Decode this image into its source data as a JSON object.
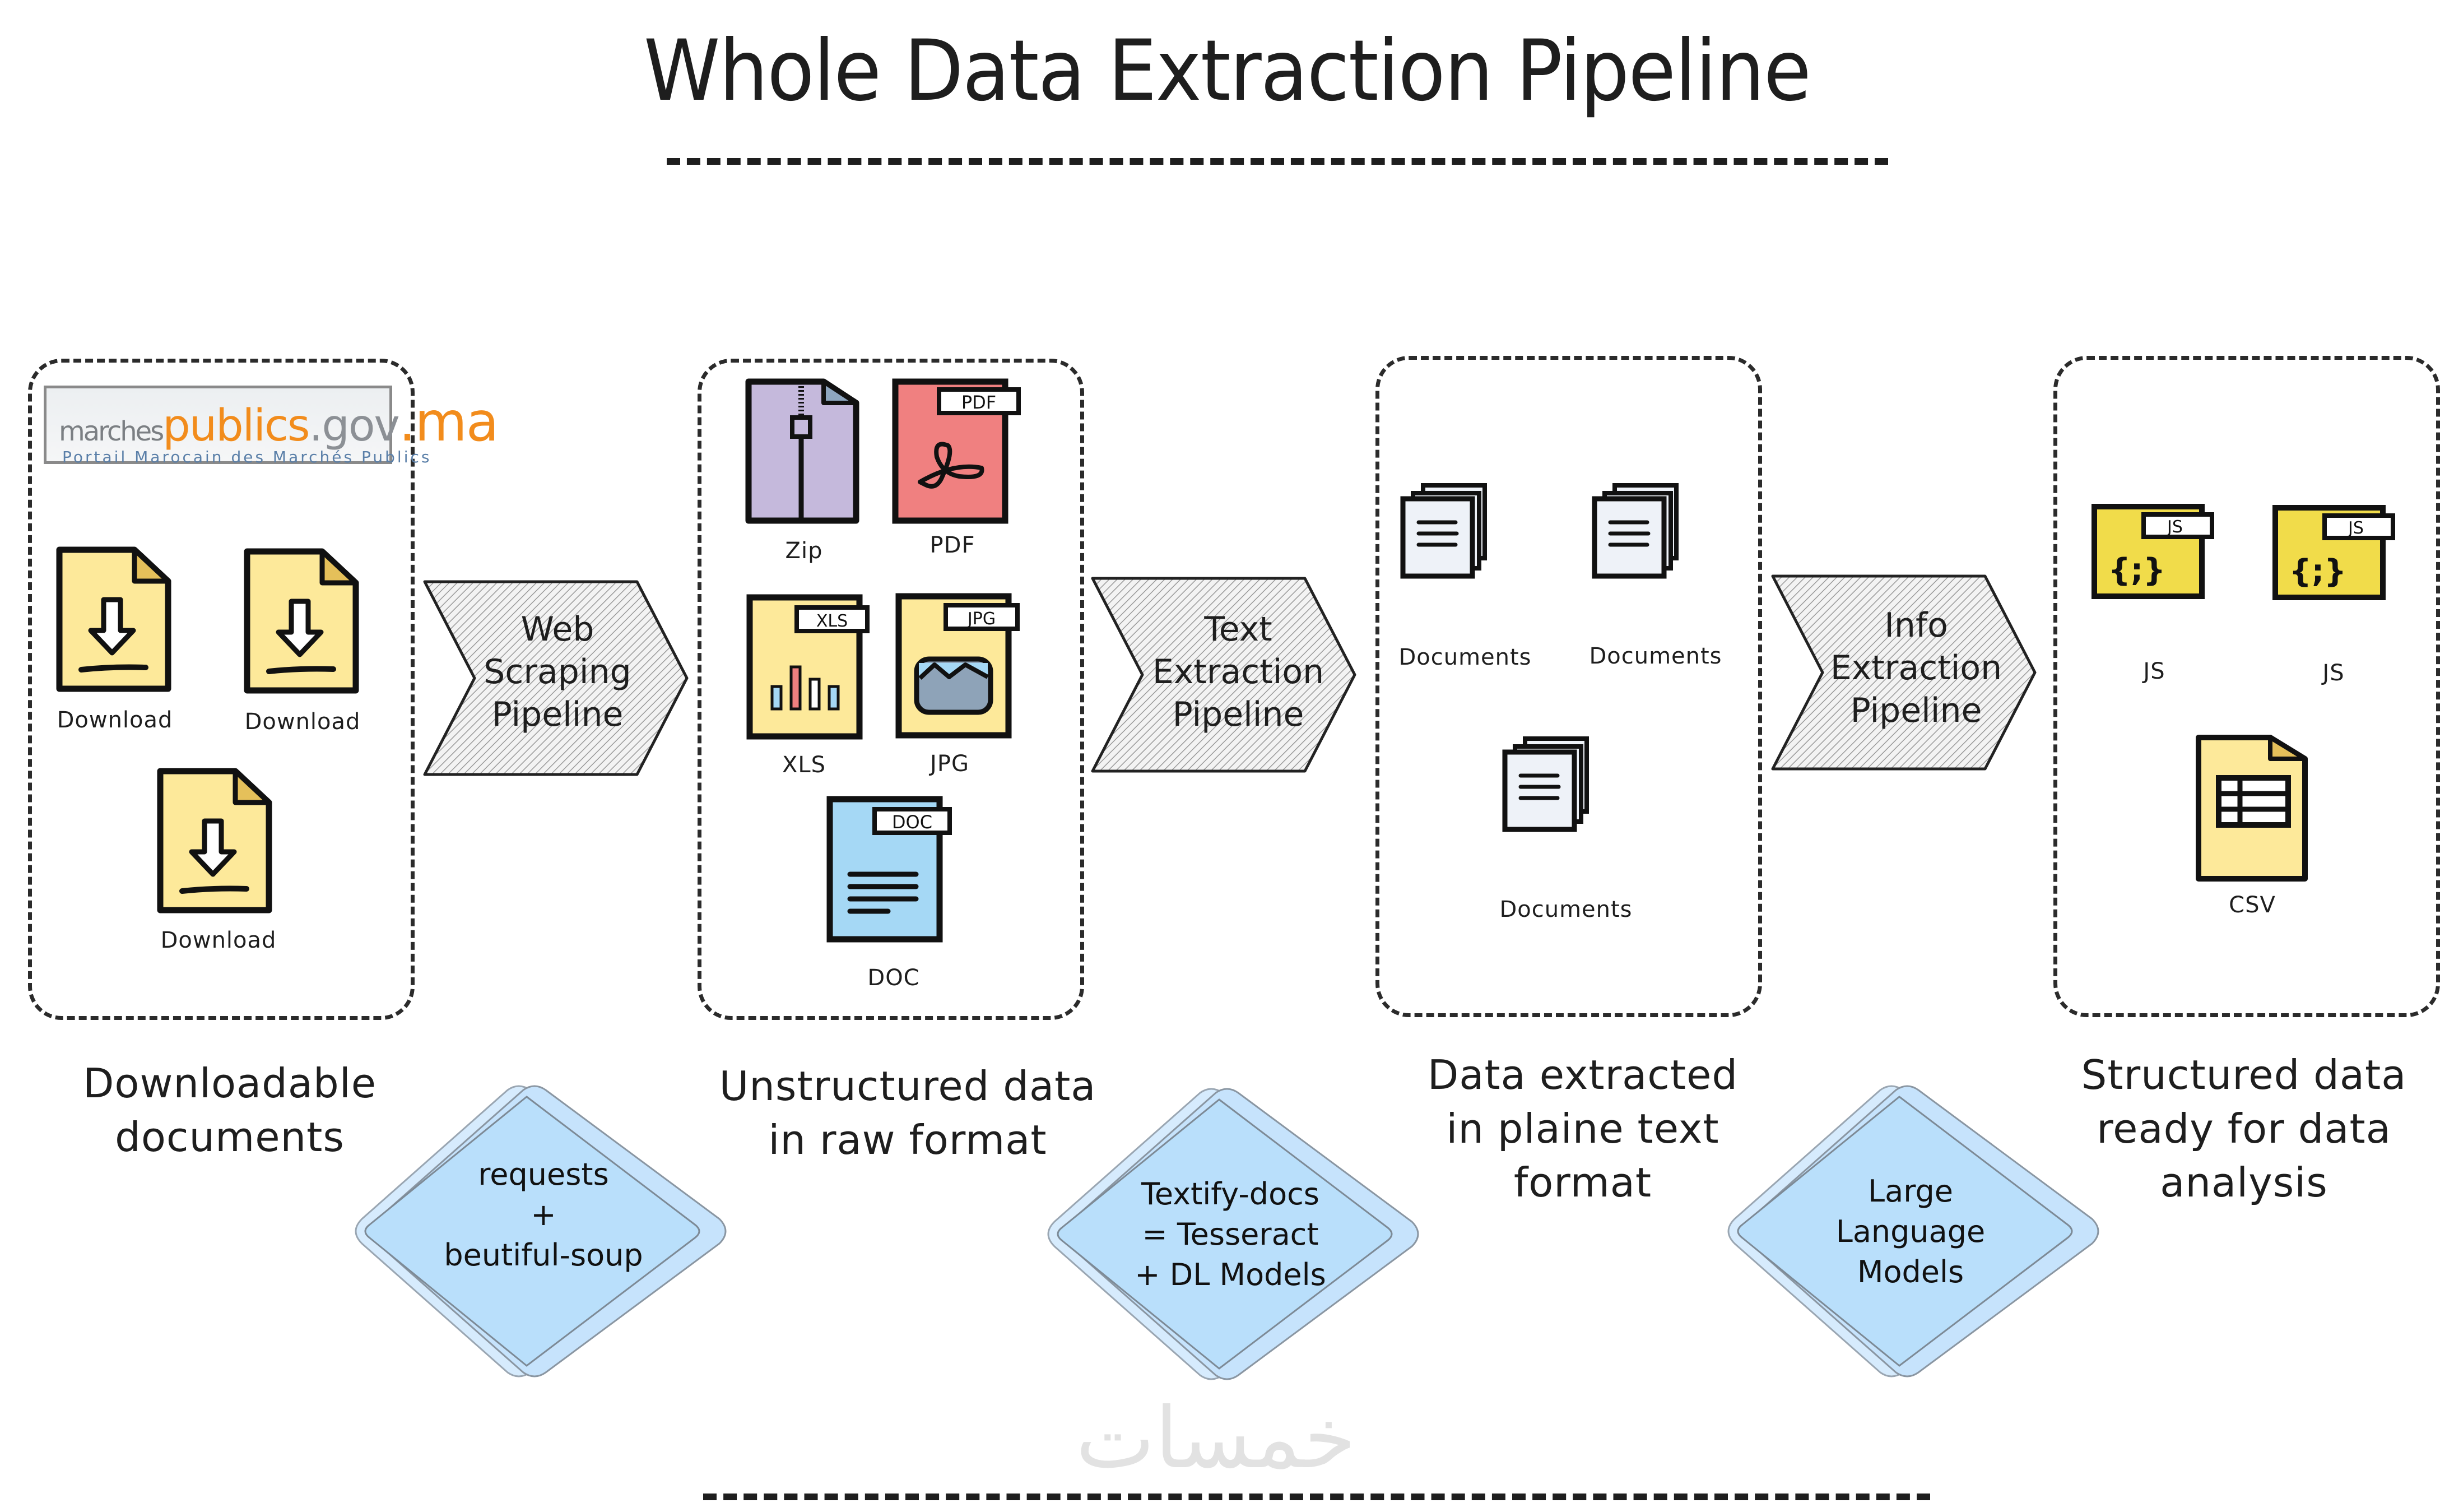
{
  "title": "Whole Data Extraction Pipeline",
  "colors": {
    "ink": "#1e1e1e",
    "file_yellow": "#fde99a",
    "file_yellow_fold": "#e5c05a",
    "js_yellow": "#f1dc4a",
    "zip_purple": "#c5b9dc",
    "pdf_red": "#f08080",
    "doc_blue": "#a5d8f5",
    "doc_gray": "#eef2f8",
    "diamond_blue": "#b9dffb",
    "chevron_hatch": "#9a9a9a",
    "logo_orange": "#f28c1c",
    "logo_gray": "#8c9095",
    "logo_blue": "#5a7fa8",
    "watermark": "#e2e2e2"
  },
  "stages": [
    {
      "id": "downloadable",
      "caption_lines": [
        "Downloadable",
        "documents"
      ],
      "logo": {
        "part1": "marches",
        "part2": "publics",
        "part3": ".gov",
        "part4": ".ma",
        "subtitle": "Portail Marocain des Marchés Publics"
      },
      "items": [
        {
          "label": "Download",
          "icon": "download-file-icon"
        },
        {
          "label": "Download",
          "icon": "download-file-icon"
        },
        {
          "label": "Download",
          "icon": "download-file-icon"
        }
      ]
    },
    {
      "id": "unstructured",
      "caption_lines": [
        "Unstructured data",
        "in raw format"
      ],
      "items": [
        {
          "label": "Zip",
          "icon": "zip-file-icon"
        },
        {
          "label": "PDF",
          "icon": "pdf-file-icon",
          "badge": "PDF"
        },
        {
          "label": "XLS",
          "icon": "xls-file-icon",
          "badge": "XLS"
        },
        {
          "label": "JPG",
          "icon": "jpg-file-icon",
          "badge": "JPG"
        },
        {
          "label": "DOC",
          "icon": "doc-file-icon",
          "badge": "DOC"
        }
      ]
    },
    {
      "id": "plain-text",
      "caption_lines": [
        "Data extracted",
        "in plaine text",
        "format"
      ],
      "items": [
        {
          "label": "Documents",
          "icon": "documents-stack-icon"
        },
        {
          "label": "Documents",
          "icon": "documents-stack-icon"
        },
        {
          "label": "Documents",
          "icon": "documents-stack-icon"
        }
      ]
    },
    {
      "id": "structured",
      "caption_lines": [
        "Structured data",
        "ready for data",
        "analysis"
      ],
      "items": [
        {
          "label": "JS",
          "icon": "js-file-icon",
          "badge": "JS",
          "glyph": "{;}"
        },
        {
          "label": "JS",
          "icon": "js-file-icon",
          "badge": "JS",
          "glyph": "{;}"
        },
        {
          "label": "CSV",
          "icon": "csv-file-icon"
        }
      ]
    }
  ],
  "pipelines": [
    {
      "lines": [
        "Web",
        "Scraping",
        "Pipeline"
      ]
    },
    {
      "lines": [
        "Text",
        "Extraction",
        "Pipeline"
      ]
    },
    {
      "lines": [
        "Info",
        "Extraction",
        "Pipeline"
      ]
    }
  ],
  "tools": [
    {
      "lines": [
        "requests",
        "+",
        "beutiful-soup"
      ]
    },
    {
      "lines": [
        "Textify-docs",
        "= Tesseract",
        "+ DL Models"
      ]
    },
    {
      "lines": [
        "Large",
        "Language",
        "Models"
      ]
    }
  ],
  "watermark": "خمسات"
}
